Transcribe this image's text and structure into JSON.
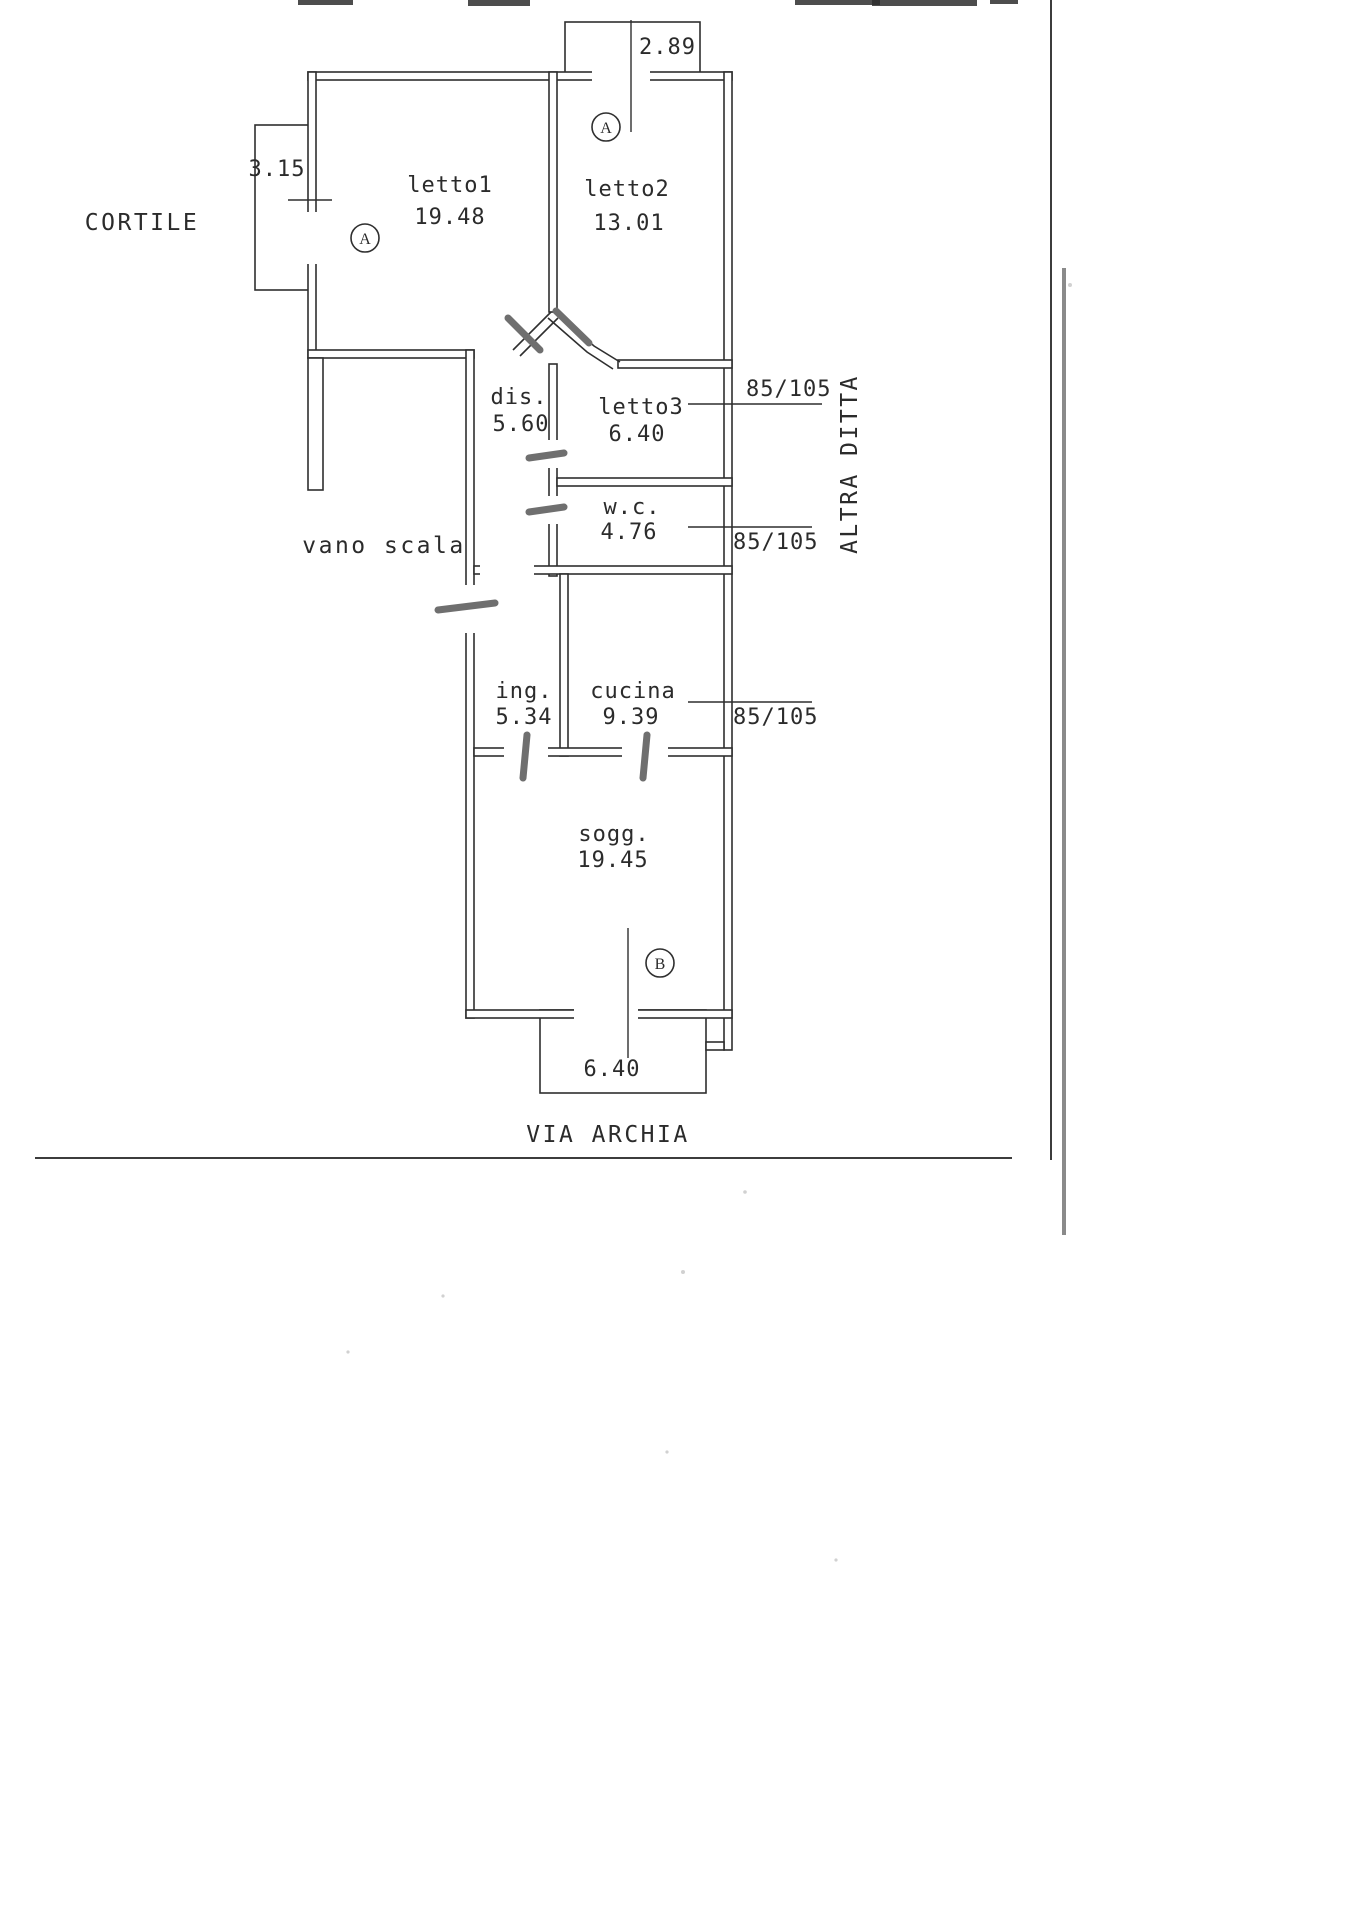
{
  "colors": {
    "ink": "#2f2f2f",
    "pencil": "#6f6f6f",
    "paper": "#ffffff"
  },
  "plan": {
    "site_labels": {
      "cortile": "CORTILE",
      "via_archia": "VIA ARCHIA",
      "altra_ditta": "ALTRA DITTA",
      "vano_scala": "vano scala"
    },
    "rooms": [
      {
        "name": "letto1",
        "area": "19.48"
      },
      {
        "name": "letto2",
        "area": "13.01"
      },
      {
        "name": "letto3",
        "area": "6.40"
      },
      {
        "name": "dis.",
        "area": "5.60"
      },
      {
        "name": "w.c.",
        "area": "4.76"
      },
      {
        "name": "ing.",
        "area": "5.34"
      },
      {
        "name": "cucina",
        "area": "9.39"
      },
      {
        "name": "sogg.",
        "area": "19.45"
      }
    ],
    "dimensions": {
      "balcony_top": "2.89",
      "balcony_left": "3.15",
      "balcony_bottom": "6.40"
    },
    "window_specs": [
      "85/105",
      "85/105",
      "85/105"
    ],
    "section_markers": [
      "A",
      "A",
      "B"
    ]
  }
}
